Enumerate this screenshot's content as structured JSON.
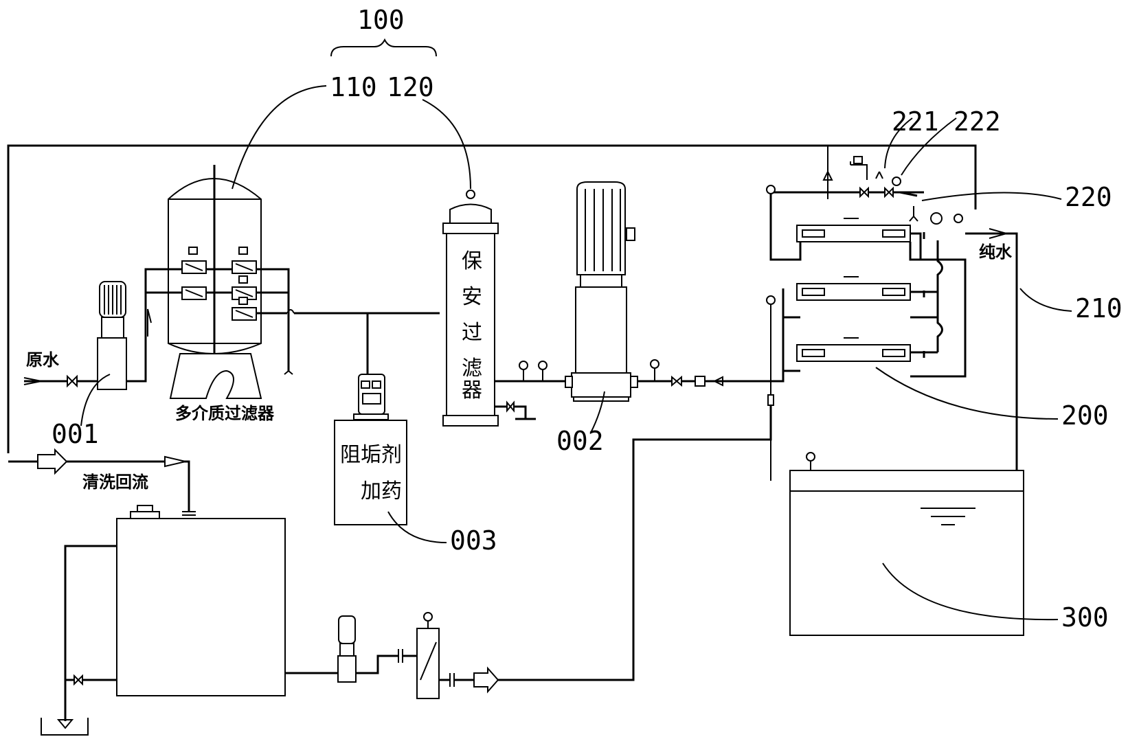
{
  "labels": {
    "ref_100": "100",
    "ref_110": "110",
    "ref_120": "120",
    "ref_221": "221",
    "ref_222": "222",
    "ref_220": "220",
    "ref_210": "210",
    "ref_200": "200",
    "ref_300": "300",
    "ref_001": "001",
    "ref_002": "002",
    "ref_003": "003"
  },
  "text": {
    "raw_water": "原水",
    "multimedia_filter": "多介质过滤器",
    "security_filter": [
      "保",
      "安",
      "过",
      "滤",
      "器"
    ],
    "antiscalant_line1": "阻垢剂",
    "antiscalant_line2": "加药",
    "pure_water": "纯水",
    "cleaning_return": "清洗回流"
  }
}
